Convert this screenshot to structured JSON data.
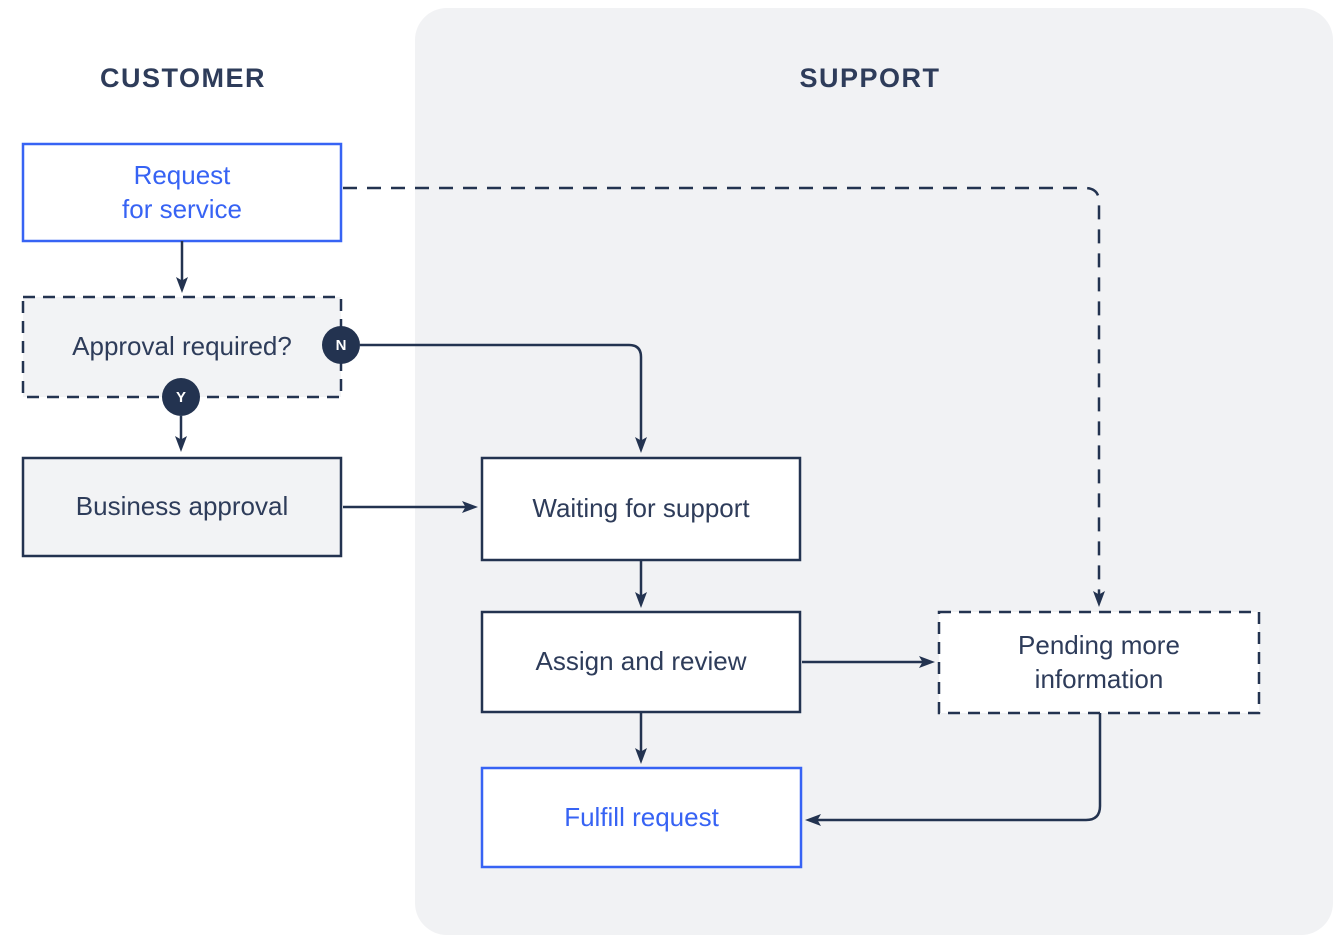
{
  "diagram": {
    "lanes": {
      "customer": "CUSTOMER",
      "support": "SUPPORT"
    },
    "nodes": {
      "request_for_service": {
        "label": "Request\nfor service"
      },
      "approval_required": {
        "label": "Approval required?"
      },
      "business_approval": {
        "label": "Business approval"
      },
      "waiting_for_support": {
        "label": "Waiting for support"
      },
      "assign_and_review": {
        "label": "Assign and review"
      },
      "pending_more_information": {
        "label": "Pending more\ninformation"
      },
      "fulfill_request": {
        "label": "Fulfill request"
      }
    },
    "badges": {
      "no": "N",
      "yes": "Y"
    },
    "colors": {
      "navy": "#233350",
      "text_navy": "#2E3C5A",
      "blue": "#3763F4",
      "panel_bg": "#F1F2F4",
      "node_gray_bg": "#F2F3F5"
    }
  }
}
